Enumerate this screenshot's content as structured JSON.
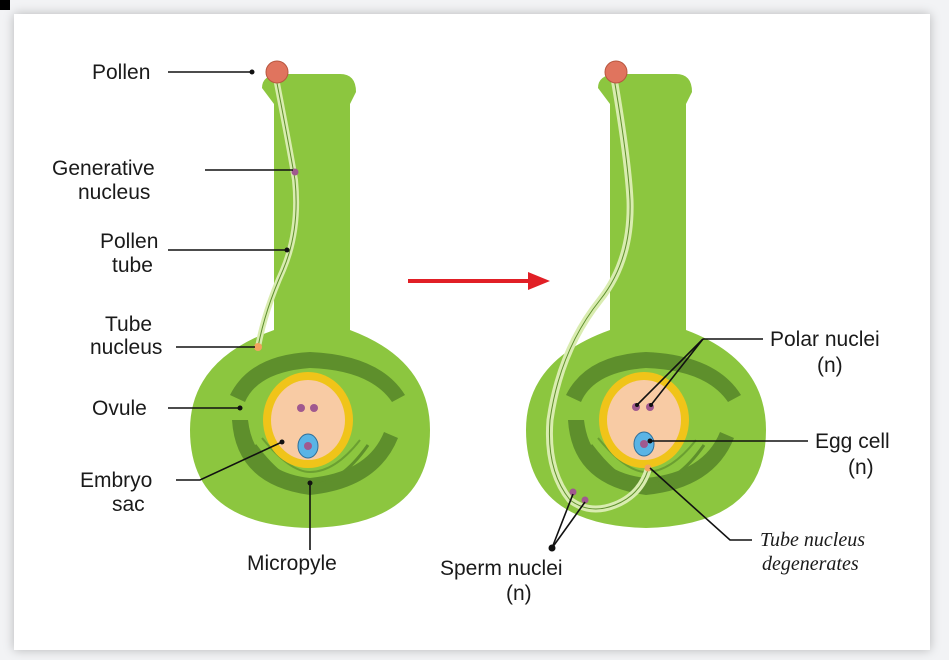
{
  "colors": {
    "pistil": "#8cc63f",
    "pistil_dark": "#5e8f2c",
    "embryo_ring": "#f0c419",
    "embryo_fill": "#f8cba4",
    "pollen_grain": "#e0745e",
    "nucleus": "#a0598f",
    "egg": "#5ab4e5",
    "arrow": "#e11f26"
  },
  "left_diagram": {
    "labels": {
      "pollen": "Pollen",
      "generative_1": "Generative",
      "generative_2": "nucleus",
      "pollen_tube_1": "Pollen",
      "pollen_tube_2": "tube",
      "tube_nucleus_1": "Tube",
      "tube_nucleus_2": "nucleus",
      "ovule": "Ovule",
      "embryo_sac_1": "Embryo",
      "embryo_sac_2": "sac",
      "micropyle": "Micropyle"
    }
  },
  "right_diagram": {
    "labels": {
      "polar_nuclei_1": "Polar nuclei",
      "polar_nuclei_2": "(n)",
      "egg_cell_1": "Egg cell",
      "egg_cell_2": "(n)",
      "tube_degenerates_1": "Tube nucleus",
      "tube_degenerates_2": "degenerates",
      "sperm_nuclei_1": "Sperm nuclei",
      "sperm_nuclei_2": "(n)"
    }
  }
}
